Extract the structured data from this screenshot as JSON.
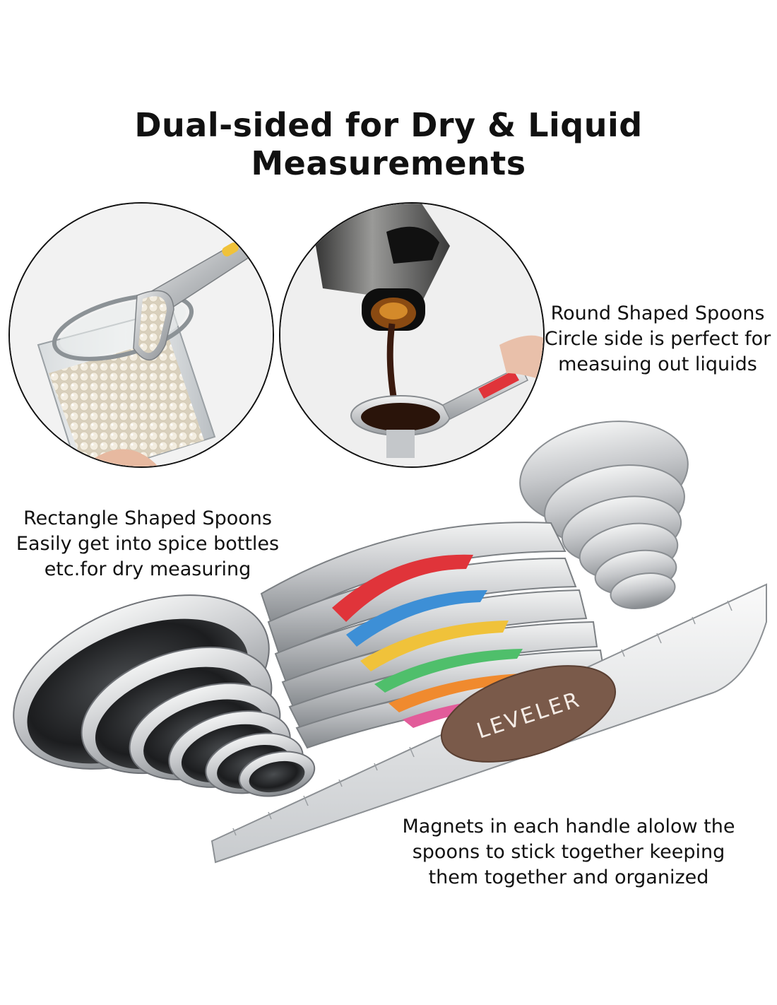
{
  "headline": "Dual-sided for Dry & Liquid Measurements",
  "captions": {
    "round": [
      "Round Shaped Spoons",
      "Circle side is perfect for",
      "measuing out liquids"
    ],
    "rectangle": [
      "Rectangle Shaped Spoons",
      "Easily get into spice bottles",
      "etc.for dry measuring"
    ],
    "magnets": [
      "Magnets in each handle alolow the",
      "spoons to stick together keeping",
      "them together and organized"
    ]
  },
  "leveler_label": "LEVELER",
  "colors": {
    "steel": "#c9cbce",
    "steel_dark": "#6e7176",
    "leveler_badge": "#7a5a4a",
    "magnet_red": "#e0343a",
    "magnet_blue": "#3d8fd6",
    "magnet_yellow": "#f0c23a",
    "magnet_green": "#4fbf6b",
    "magnet_orange": "#f08a2e",
    "magnet_pink": "#e25c9a",
    "liquid": "#3a1a0e",
    "pearls": "#efe8d8"
  }
}
